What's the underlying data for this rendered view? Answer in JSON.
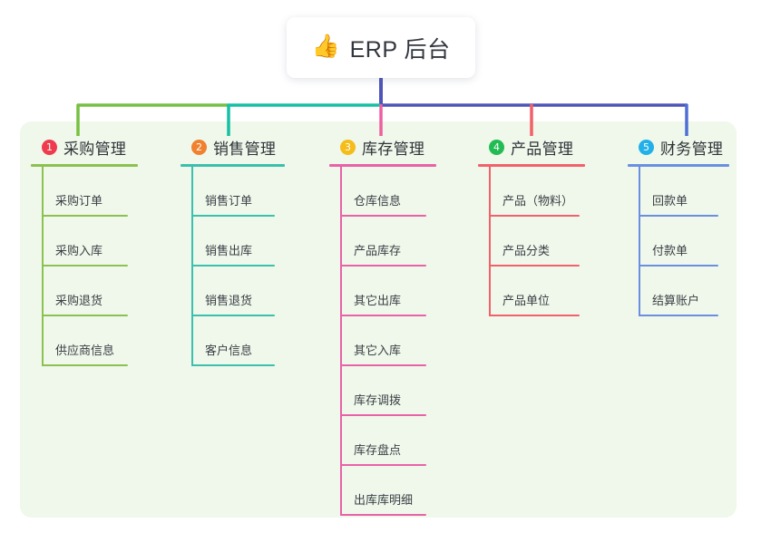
{
  "root": {
    "icon": "thumbs-up-emoji",
    "icon_glyph": "👍",
    "title": "ERP 后台"
  },
  "panel": {
    "background_color": "#eff8ea"
  },
  "connector_colors": {
    "trunk": "#4f55b8",
    "segment_1": "#77c043",
    "segment_2": "#16c0a4",
    "segment_3": "#4f55b8",
    "drop_1": "#77c043",
    "drop_2": "#16c0a4",
    "drop_3": "#ef5fa0",
    "drop_4": "#f2606a",
    "drop_5": "#4f6fd4"
  },
  "columns": [
    {
      "number": "1",
      "title": "采购管理",
      "badge_color": "#ef3b4e",
      "line_color": "#8cc152",
      "children": [
        "采购订单",
        "采购入库",
        "采购退货",
        "供应商信息"
      ]
    },
    {
      "number": "2",
      "title": "销售管理",
      "badge_color": "#f08130",
      "line_color": "#3ac0ad",
      "children": [
        "销售订单",
        "销售出库",
        "销售退货",
        "客户信息"
      ]
    },
    {
      "number": "3",
      "title": "库存管理",
      "badge_color": "#f5bc1a",
      "line_color": "#e862a8",
      "children": [
        "仓库信息",
        "产品库存",
        "其它出库",
        "其它入库",
        "库存调拨",
        "库存盘点",
        "出库库明细"
      ]
    },
    {
      "number": "4",
      "title": "产品管理",
      "badge_color": "#23bb53",
      "line_color": "#f2616b",
      "children": [
        "产品（物料）",
        "产品分类",
        "产品单位"
      ]
    },
    {
      "number": "5",
      "title": "财务管理",
      "badge_color": "#22b0e8",
      "line_color": "#6b8fe0",
      "children": [
        "回款单",
        "付款单",
        "结算账户"
      ]
    }
  ]
}
